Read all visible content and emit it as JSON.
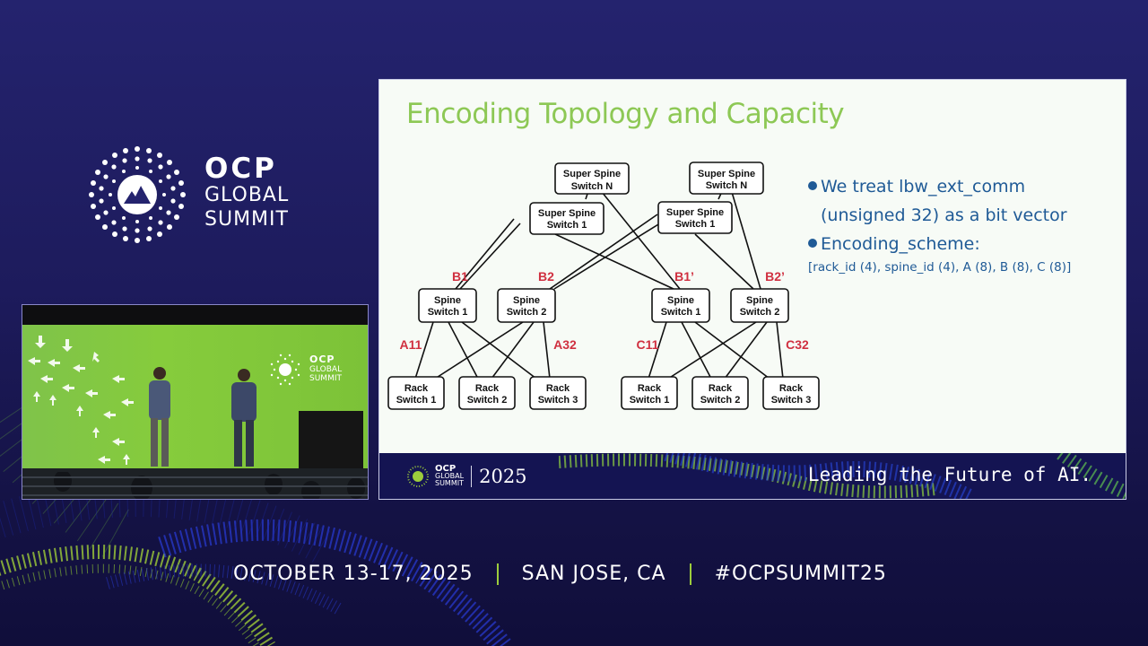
{
  "brand": {
    "logo_name": "OCP",
    "logo_line2": "GLOBAL",
    "logo_line3": "SUMMIT"
  },
  "event": {
    "dates": "OCTOBER 13-17, 2025",
    "location": "SAN JOSE, CA",
    "hashtag": "#OCPSUMMIT25"
  },
  "video_inset": {
    "stage_logo_name": "OCP",
    "stage_logo_line2": "GLOBAL",
    "stage_logo_line3": "SUMMIT"
  },
  "slide": {
    "title": "Encoding Topology and Capacity",
    "bullets": [
      {
        "line1": "We treat lbw_ext_comm",
        "line2": "(unsigned 32) as a bit vector"
      },
      {
        "line1": "Encoding_scheme:"
      }
    ],
    "scheme_detail": "[rack_id (4), spine_id (4), A (8),  B (8), C (8)]",
    "diagram": {
      "super_spines": [
        {
          "line1": "Super Spine",
          "line2": "Switch N"
        },
        {
          "line1": "Super Spine",
          "line2": "Switch 1"
        },
        {
          "line1": "Super Spine",
          "line2": "Switch N"
        },
        {
          "line1": "Super Spine",
          "line2": "Switch 1"
        }
      ],
      "spines": [
        {
          "line1": "Spine",
          "line2": "Switch 1"
        },
        {
          "line1": "Spine",
          "line2": "Switch 2"
        },
        {
          "line1": "Spine",
          "line2": "Switch 1"
        },
        {
          "line1": "Spine",
          "line2": "Switch 2"
        }
      ],
      "racks": [
        {
          "line1": "Rack",
          "line2": "Switch 1"
        },
        {
          "line1": "Rack",
          "line2": "Switch 2"
        },
        {
          "line1": "Rack",
          "line2": "Switch 3"
        },
        {
          "line1": "Rack",
          "line2": "Switch 1"
        },
        {
          "line1": "Rack",
          "line2": "Switch 2"
        },
        {
          "line1": "Rack",
          "line2": "Switch 3"
        }
      ],
      "labels": {
        "b1": "B1",
        "b2": "B2",
        "b1p": "B1’",
        "b2p": "B2’",
        "a11": "A11",
        "a32": "A32",
        "c11": "C11",
        "c32": "C32"
      },
      "label_color": "#d03040"
    },
    "footer": {
      "logo_name": "OCP",
      "logo_line2": "GLOBAL",
      "logo_line3": "SUMMIT",
      "year": "2025",
      "tagline": "Leading the Future of AI."
    }
  },
  "colors": {
    "background": "#22226c",
    "title_green": "#8dc855",
    "bullet_blue": "#1f5a96",
    "accent_green": "#9ccc3c"
  }
}
